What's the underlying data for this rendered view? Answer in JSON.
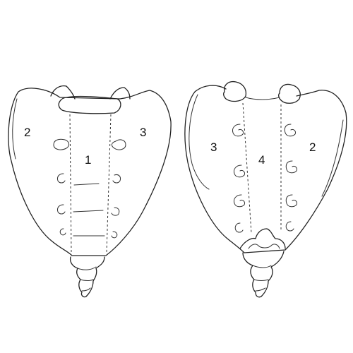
{
  "figure": {
    "ink_color": "#222222",
    "background": "#ffffff"
  },
  "anterior_view": {
    "labels": {
      "left_region": "2",
      "center_region": "1",
      "right_region": "3"
    }
  },
  "posterior_view": {
    "labels": {
      "left_region": "3",
      "center_region": "4",
      "right_region": "2"
    }
  }
}
